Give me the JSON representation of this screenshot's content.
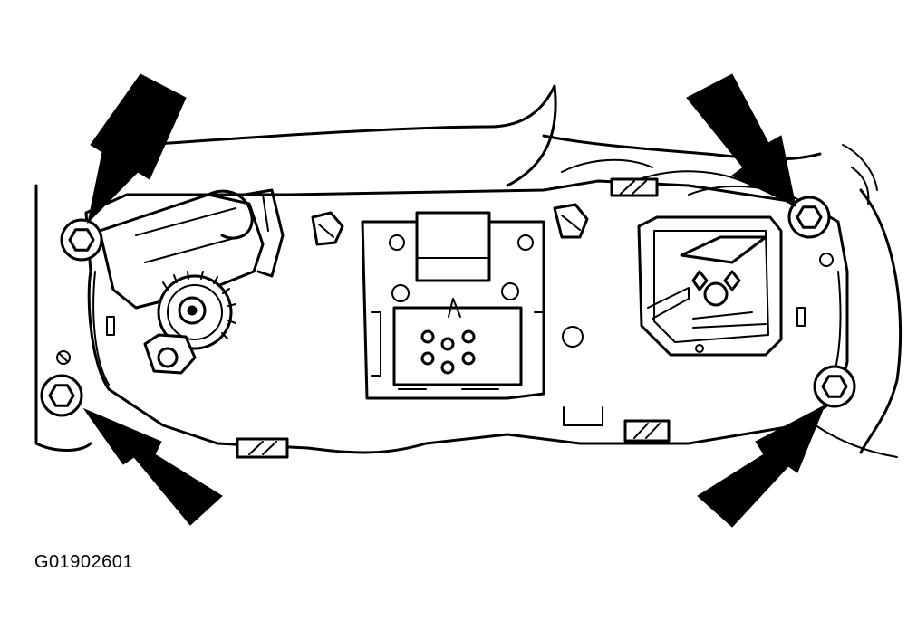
{
  "figure": {
    "id": "G01902601"
  },
  "callouts": {
    "arrow_icon": "black-pointer-arrow",
    "fastener_icon": "hex-bolt",
    "fastener_count": 4
  },
  "colors": {
    "ink": "#000000",
    "background": "#ffffff"
  }
}
